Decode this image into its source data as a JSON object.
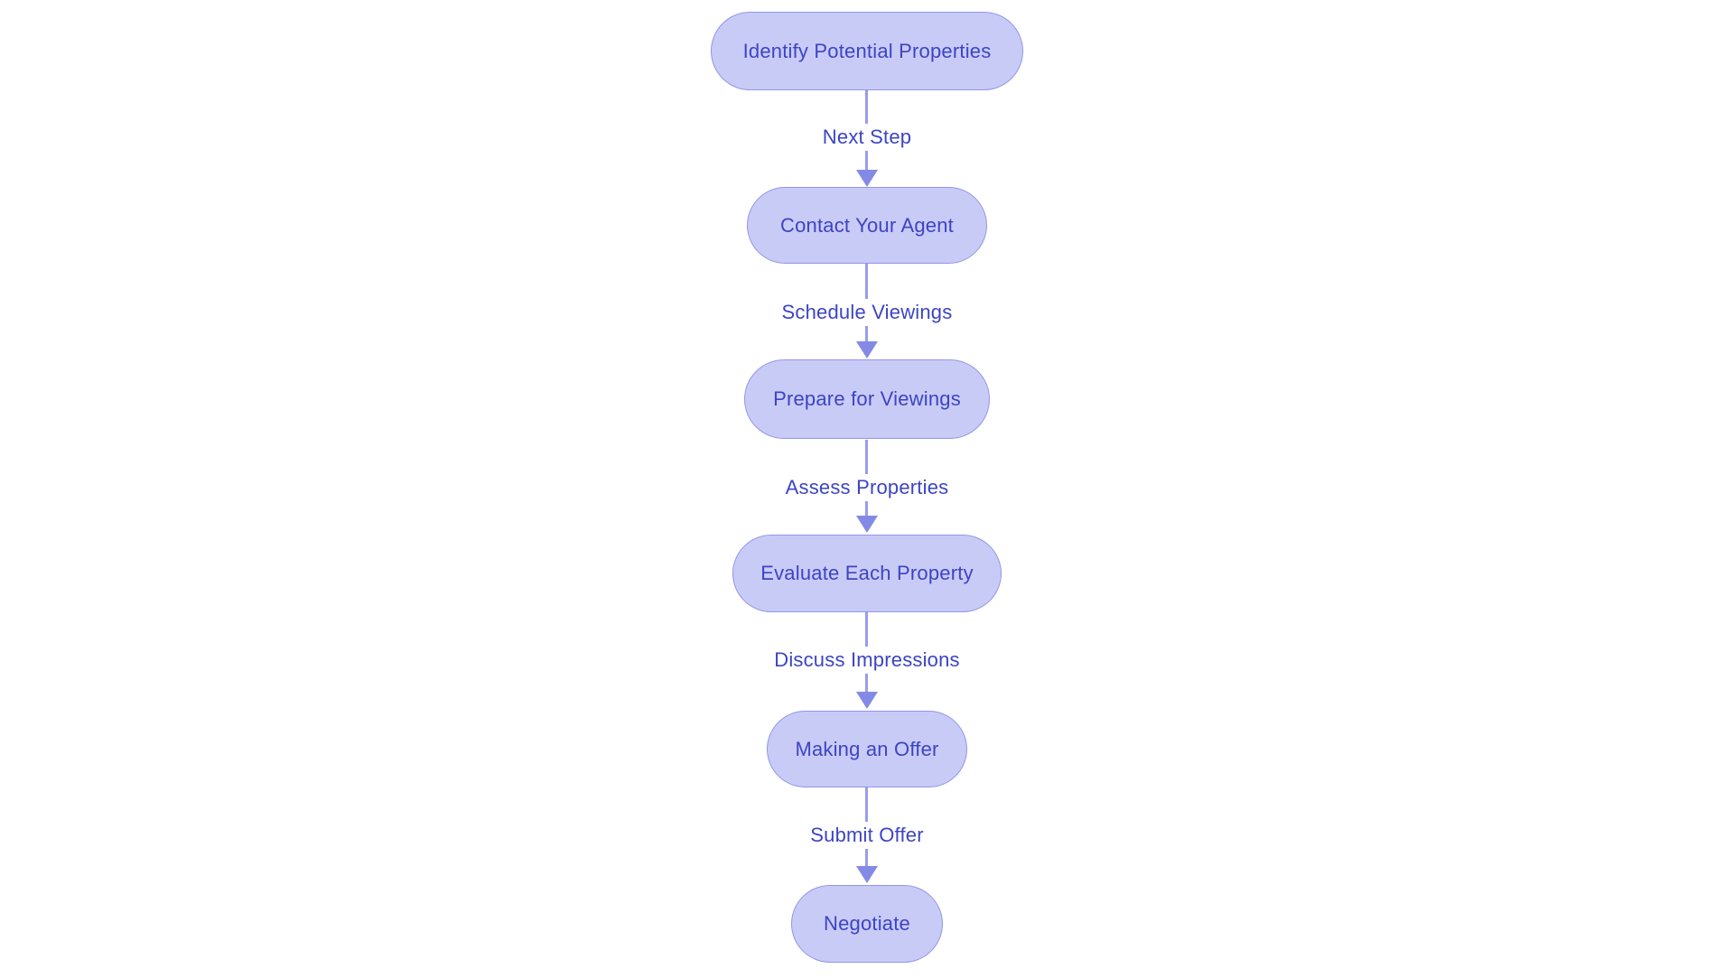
{
  "flowchart": {
    "type": "flowchart",
    "direction": "top-down",
    "nodes": [
      {
        "id": "n1",
        "label": "Identify Potential Properties"
      },
      {
        "id": "n2",
        "label": "Contact Your Agent"
      },
      {
        "id": "n3",
        "label": "Prepare for Viewings"
      },
      {
        "id": "n4",
        "label": "Evaluate Each Property"
      },
      {
        "id": "n5",
        "label": "Making an Offer"
      },
      {
        "id": "n6",
        "label": "Negotiate"
      }
    ],
    "edges": [
      {
        "from": "n1",
        "to": "n2",
        "label": "Next Step"
      },
      {
        "from": "n2",
        "to": "n3",
        "label": "Schedule Viewings"
      },
      {
        "from": "n3",
        "to": "n4",
        "label": "Assess Properties"
      },
      {
        "from": "n4",
        "to": "n5",
        "label": "Discuss Impressions"
      },
      {
        "from": "n5",
        "to": "n6",
        "label": "Submit Offer"
      }
    ],
    "colors": {
      "node_fill": "#c9cbf7",
      "node_border": "#9096e9",
      "edge_line": "#979ded",
      "arrowhead": "#838ae6",
      "text": "#3d44c3",
      "background": "#ffffff"
    }
  }
}
